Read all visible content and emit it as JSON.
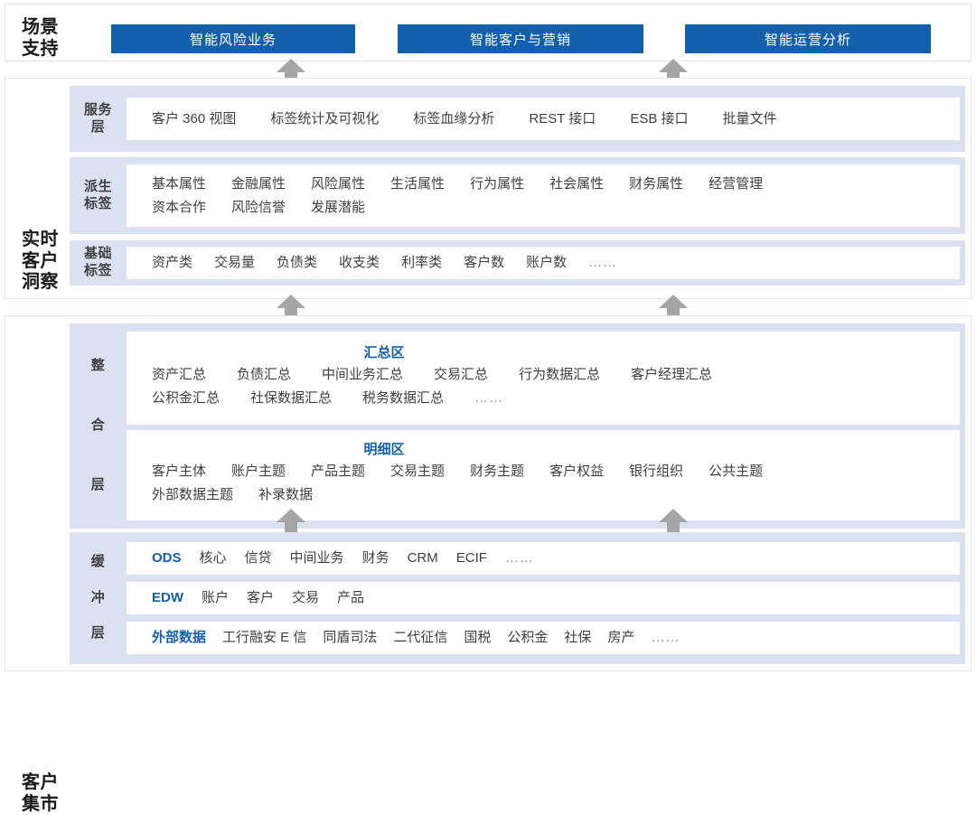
{
  "sections": {
    "scene": {
      "title": "场景\n支持",
      "buttons": [
        {
          "label": "智能风险业务"
        },
        {
          "label": "智能客户与营销"
        },
        {
          "label": "智能运营分析"
        }
      ]
    },
    "insight": {
      "title": "实时\n客户\n洞察",
      "groups": {
        "service": {
          "label": "服务\n层",
          "items": [
            "客户 360 视图",
            "标签统计及可视化",
            "标签血缘分析",
            "REST 接口",
            "ESB 接口",
            "批量文件"
          ]
        },
        "derived": {
          "label": "派生\n标签",
          "row1": [
            "基本属性",
            "金融属性",
            "风险属性",
            "生活属性",
            "行为属性",
            "社会属性",
            "财务属性",
            "经营管理"
          ],
          "row2": [
            "资本合作",
            "风险信誉",
            "发展潜能"
          ]
        },
        "base": {
          "label": "基础\n标签",
          "items": [
            "资产类",
            "交易量",
            "负债类",
            "收支类",
            "利率类",
            "客户数",
            "账户数"
          ],
          "ellipsis": "……"
        }
      }
    },
    "mart": {
      "title": "客户\n集市",
      "groups": {
        "integrate": {
          "label": [
            "整",
            "合",
            "层"
          ],
          "summary": {
            "heading": "汇总区",
            "row1": [
              "资产汇总",
              "负债汇总",
              "中间业务汇总",
              "交易汇总",
              "行为数据汇总",
              "客户经理汇总"
            ],
            "row2": [
              "公积金汇总",
              "社保数据汇总",
              "税务数据汇总"
            ],
            "ellipsis": "……"
          },
          "detail": {
            "heading": "明细区",
            "row1": [
              "客户主体",
              "账户主题",
              "产品主题",
              "交易主题",
              "财务主题",
              "客户权益",
              "银行组织",
              "公共主题"
            ],
            "row2": [
              "外部数据主题",
              "补录数据"
            ]
          }
        },
        "buffer": {
          "label": [
            "缓",
            "冲",
            "层"
          ],
          "rows": [
            {
              "tag": "ODS",
              "items": [
                "核心",
                "信贷",
                "中间业务",
                "财务",
                "CRM",
                "ECIF"
              ],
              "ellipsis": "……"
            },
            {
              "tag": "EDW",
              "items": [
                "账户",
                "客户",
                "交易",
                "产品"
              ],
              "ellipsis": ""
            },
            {
              "tag": "外部数据",
              "items": [
                "工行融安 E 信",
                "同盾司法",
                "二代征信",
                "国税",
                "公积金",
                "社保",
                "房产"
              ],
              "ellipsis": "……"
            }
          ]
        }
      }
    },
    "arrows": [
      {
        "name": "arrow-base-to-scene-left"
      },
      {
        "name": "arrow-base-to-scene-right"
      },
      {
        "name": "arrow-mart-to-insight-left"
      },
      {
        "name": "arrow-mart-to-insight-right"
      },
      {
        "name": "arrow-buffer-to-integrate-left"
      },
      {
        "name": "arrow-buffer-to-integrate-right"
      }
    ]
  },
  "colors": {
    "accent_blue": "#1260ac",
    "group_band": "#dbe1f0",
    "arrow_grey": "#a6a6a6",
    "panel_border": "#e6e6e6",
    "text": "#3f3f3f"
  }
}
